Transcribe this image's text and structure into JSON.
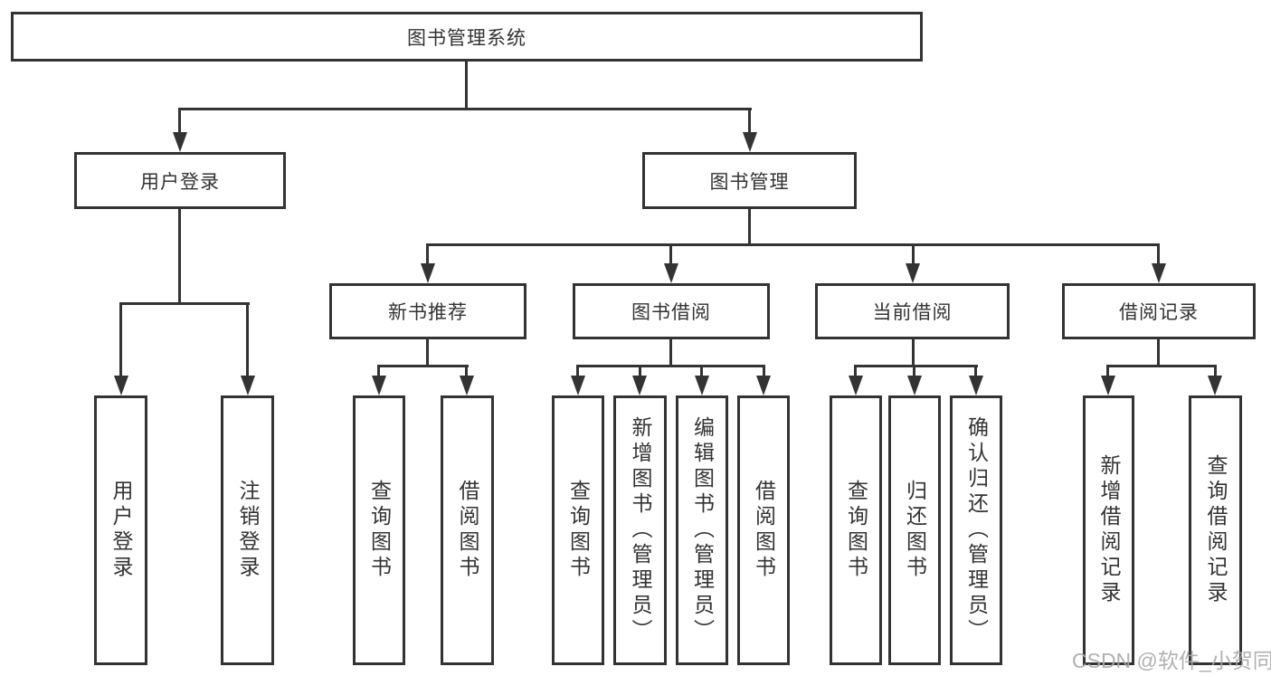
{
  "nodes": {
    "root": "图书管理系统",
    "level2": {
      "user_login": "用户登录",
      "book_mgmt": "图书管理"
    },
    "level3": {
      "new_rec": "新书推荐",
      "borrow": "图书借阅",
      "current": "当前借阅",
      "records": "借阅记录"
    },
    "leaves": {
      "login": "用户登录",
      "logout": "注销登录",
      "rec_query": "查询图书",
      "rec_borrow": "借阅图书",
      "bb_query": "查询图书",
      "bb_add": "新增图书（管理员）",
      "bb_edit": "编辑图书（管理员）",
      "bb_borrow": "借阅图书",
      "cb_query": "查询图书",
      "cb_return": "归还图书",
      "cb_confirm": "确认归还（管理员）",
      "br_add": "新增借阅记录",
      "br_query": "查询借阅记录"
    }
  },
  "watermark": "CSDN @软件_小贺同学",
  "colors": {
    "line": "#333333",
    "text": "#333333",
    "watermark": "#a9a9a9",
    "background": "#ffffff"
  }
}
